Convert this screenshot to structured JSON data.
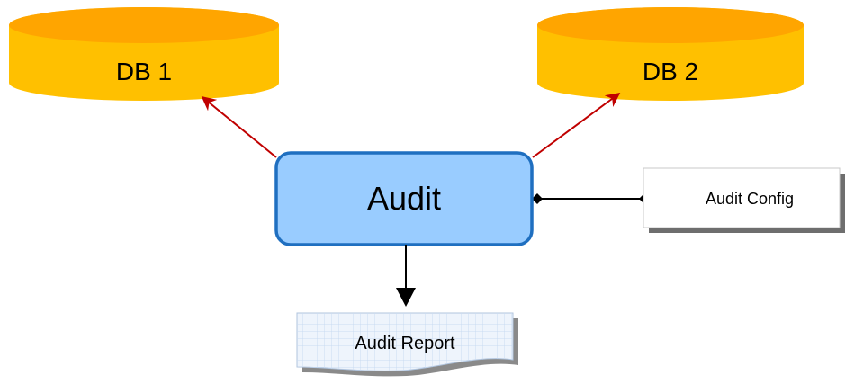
{
  "nodes": {
    "db1": {
      "label": "DB 1"
    },
    "db2": {
      "label": "DB 2"
    },
    "audit": {
      "label": "Audit"
    },
    "audit_config": {
      "label": "Audit Config"
    },
    "audit_report": {
      "label": "Audit Report"
    }
  },
  "colors": {
    "database_fill": "#FFC000",
    "database_top": "#FFA500",
    "audit_fill": "#99CCFF",
    "audit_border": "#1F6FC0",
    "arrow_red": "#C00000",
    "arrow_black": "#000000",
    "report_grid": "#C9DBF2"
  }
}
